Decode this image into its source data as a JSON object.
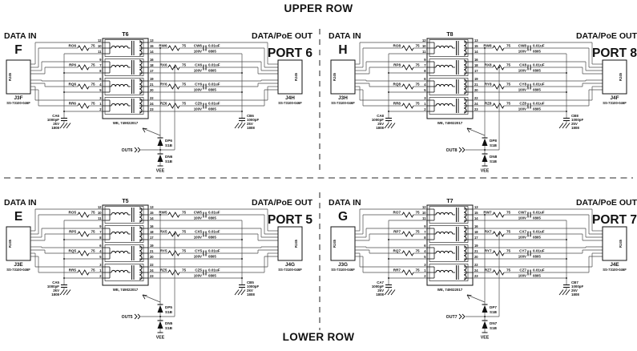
{
  "page": {
    "upper_row_label": "UPPER ROW",
    "lower_row_label": "LOWER ROW"
  },
  "colors": {
    "ink": "#111111",
    "wire": "#4a4a4a",
    "background": "#ffffff"
  },
  "shared": {
    "data_in_label": "DATA IN",
    "data_out_label": "DATA/PoE OUT",
    "rj45_label": "RJ45",
    "connector_part": "SS-73100-046F",
    "transformer_part": "WE, 749022017",
    "resistor_value": "75",
    "series_cap_value": "0.01uF",
    "series_cap_voltage": "100V",
    "series_cap_package": "0805",
    "bulk_cap_value": "1000pF",
    "bulk_cap_voltage": "2kV",
    "bulk_cap_package": "1808",
    "diode_part": "S1B",
    "vee_label": "VEE",
    "transformer_left_pins": [
      [
        "12",
        "10",
        "11"
      ],
      [
        "9",
        "7",
        "8"
      ],
      [
        "6",
        "4",
        "5"
      ],
      [
        "3",
        "1",
        "2"
      ]
    ],
    "transformer_right_pins": [
      [
        "13",
        "15",
        "14"
      ],
      [
        "16",
        "18",
        "17"
      ],
      [
        "19",
        "21",
        "20"
      ],
      [
        "22",
        "24",
        "23"
      ]
    ]
  },
  "circuits": [
    {
      "position": "upper-left",
      "input_letter": "F",
      "port_label": "PORT 6",
      "transformer_ref": "T6",
      "in_connector_ref": "J3F",
      "out_connector_ref": "J4H",
      "input_resistors": [
        "RO6",
        "RP6",
        "RQ6",
        "RR6"
      ],
      "output_resistors": [
        "RW6",
        "RX6",
        "RY6",
        "RZ6"
      ],
      "series_caps": [
        "CW6",
        "CX6",
        "CY6",
        "CZ6"
      ],
      "left_bulk_cap": "CA6",
      "right_bulk_cap": "CB6",
      "out_label": "OUT6",
      "upper_diode": "DP6",
      "lower_diode": "DN6"
    },
    {
      "position": "upper-right",
      "input_letter": "H",
      "port_label": "PORT 8",
      "transformer_ref": "T8",
      "in_connector_ref": "J3H",
      "out_connector_ref": "J4F",
      "input_resistors": [
        "RO8",
        "RP8",
        "RQ8",
        "RR8"
      ],
      "output_resistors": [
        "RW8",
        "RX8",
        "RY8",
        "RZ8"
      ],
      "series_caps": [
        "CW8",
        "CX8",
        "CY8",
        "CZ8"
      ],
      "left_bulk_cap": "CA8",
      "right_bulk_cap": "CB8",
      "out_label": "OUT8",
      "upper_diode": "DP8",
      "lower_diode": "DN8"
    },
    {
      "position": "lower-left",
      "input_letter": "E",
      "port_label": "PORT 5",
      "transformer_ref": "T5",
      "in_connector_ref": "J3E",
      "out_connector_ref": "J4G",
      "input_resistors": [
        "RO5",
        "RP5",
        "RQ5",
        "RR5"
      ],
      "output_resistors": [
        "RW5",
        "RX5",
        "RY5",
        "RZ5"
      ],
      "series_caps": [
        "CW5",
        "CX5",
        "CY5",
        "CZ5"
      ],
      "left_bulk_cap": "CA5",
      "right_bulk_cap": "CB5",
      "out_label": "OUT5",
      "upper_diode": "DP5",
      "lower_diode": "DN5"
    },
    {
      "position": "lower-right",
      "input_letter": "G",
      "port_label": "PORT 7",
      "transformer_ref": "T7",
      "in_connector_ref": "J3G",
      "out_connector_ref": "J4E",
      "input_resistors": [
        "RO7",
        "RP7",
        "RQ7",
        "RR7"
      ],
      "output_resistors": [
        "RW7",
        "RX7",
        "RY7",
        "RZ7"
      ],
      "series_caps": [
        "CW7",
        "CX7",
        "CY7",
        "CZ7"
      ],
      "left_bulk_cap": "CA7",
      "right_bulk_cap": "CB7",
      "out_label": "OUT7",
      "upper_diode": "DP7",
      "lower_diode": "DN7"
    }
  ]
}
